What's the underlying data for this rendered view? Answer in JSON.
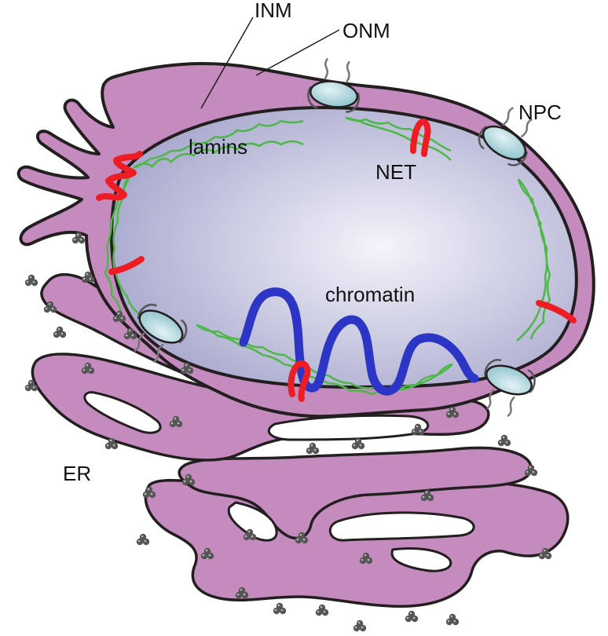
{
  "labels": {
    "inm": "INM",
    "onm": "ONM",
    "npc": "NPC",
    "lamins": "lamins",
    "net": "NET",
    "chromatin": "chromatin",
    "er": "ER"
  },
  "colors": {
    "membrane": "#c58bbf",
    "outline": "#231f20",
    "nucleus_center": "#f4f4fb",
    "nucleus_edge": "#aaaacf",
    "lamins": "#4db848",
    "net_protein": "#ee1c24",
    "chromatin": "#2c35c6",
    "npc_fill": "#a9d3da",
    "ribosome": "#555555"
  },
  "icons": {
    "npc": "nuclear-pore-complex-icon",
    "ribosome": "ribosome-icon"
  }
}
